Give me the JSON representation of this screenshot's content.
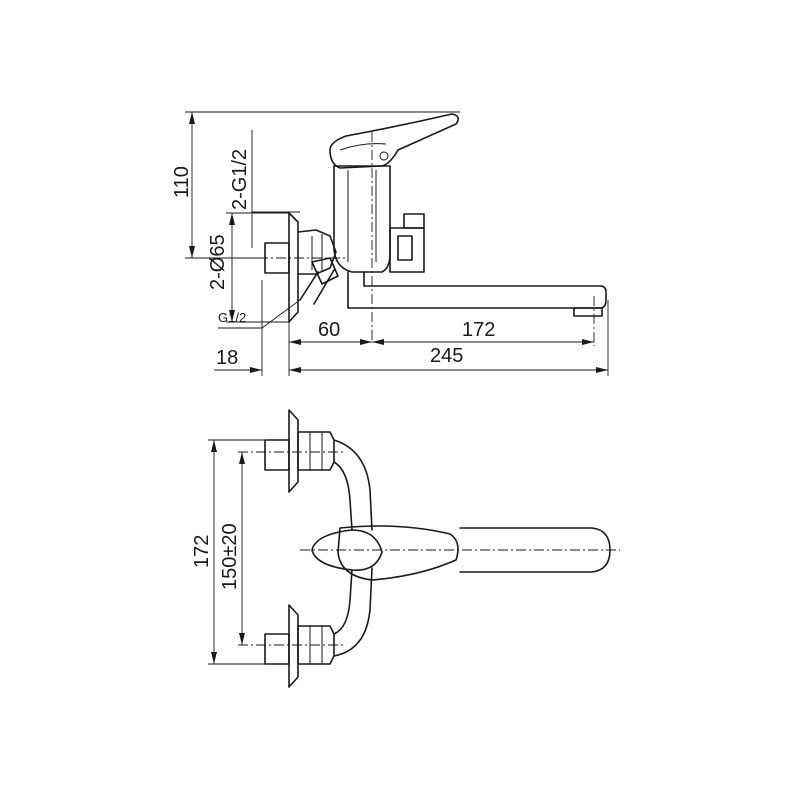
{
  "side_view": {
    "dim_height_total": "110",
    "dim_thread_pair": "2-G1/2",
    "dim_cover_diameter": "2-Ø65",
    "dim_thread_single": "G1/2",
    "dim_wall_offset": "18",
    "dim_body_to_spout": "60",
    "dim_spout_reach": "172",
    "dim_total_reach": "245"
  },
  "front_view": {
    "dim_outer_spacing": "172",
    "dim_center_spacing": "150±20"
  }
}
